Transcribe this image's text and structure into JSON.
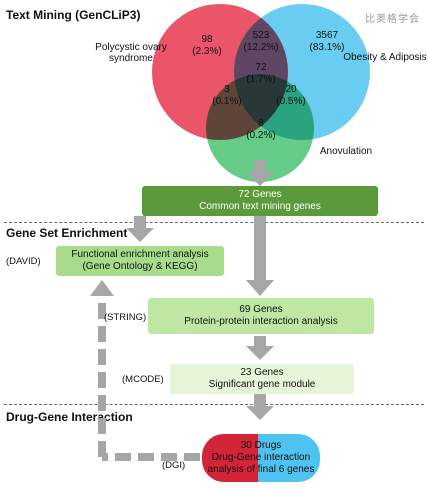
{
  "sections": {
    "text_mining": "Text Mining (GenCLiP3)",
    "gene_set": "Gene Set Enrichment",
    "drug_gene": "Drug-Gene Interaction"
  },
  "watermark": "比奥格学会",
  "venn": {
    "labels": {
      "pcos": "Polycystic ovary\nsyndrome",
      "obesity": "Obesity & Adiposis",
      "anovulation": "Anovulation"
    },
    "regions": {
      "pcos_only": "98\n(2.3%)",
      "pcos_obesity": "523\n(12.2%)",
      "obesity_only": "3567\n(83.1%)",
      "all_three": "72\n(1.7%)",
      "pcos_anov": "3\n(0.1%)",
      "obesity_anov": "20\n(0.5%)",
      "anov_only": "8\n(0.2%)"
    },
    "colors": {
      "pcos": "#e8374f",
      "obesity": "#4fc3ef",
      "anovulation": "#3fbf6a"
    }
  },
  "boxes": {
    "common": {
      "line1": "72 Genes",
      "line2": "Common  text mining genes",
      "color": "#5a9a3a"
    },
    "enrichment": {
      "line1": "Functional enrichment analysis",
      "line2": "(Gene Ontology & KEGG)",
      "color": "#a8dc8c"
    },
    "ppi": {
      "line1": "69 Genes",
      "line2": "Protein-protein interaction analysis",
      "color": "#bfe6a3"
    },
    "module": {
      "line1": "23 Genes",
      "line2": "Significant gene module",
      "color": "#e6f4d8"
    },
    "drugs": {
      "line1": "30 Drugs",
      "line2": "Drug-Gene interaction",
      "line3": "analysis of final 6 genes",
      "color_left": "#d32438",
      "color_right": "#4fc3ef"
    }
  },
  "tools": {
    "david": "(DAVID)",
    "string": "(STRING)",
    "mcode": "(MCODE)",
    "dgi": "(DGI)"
  }
}
